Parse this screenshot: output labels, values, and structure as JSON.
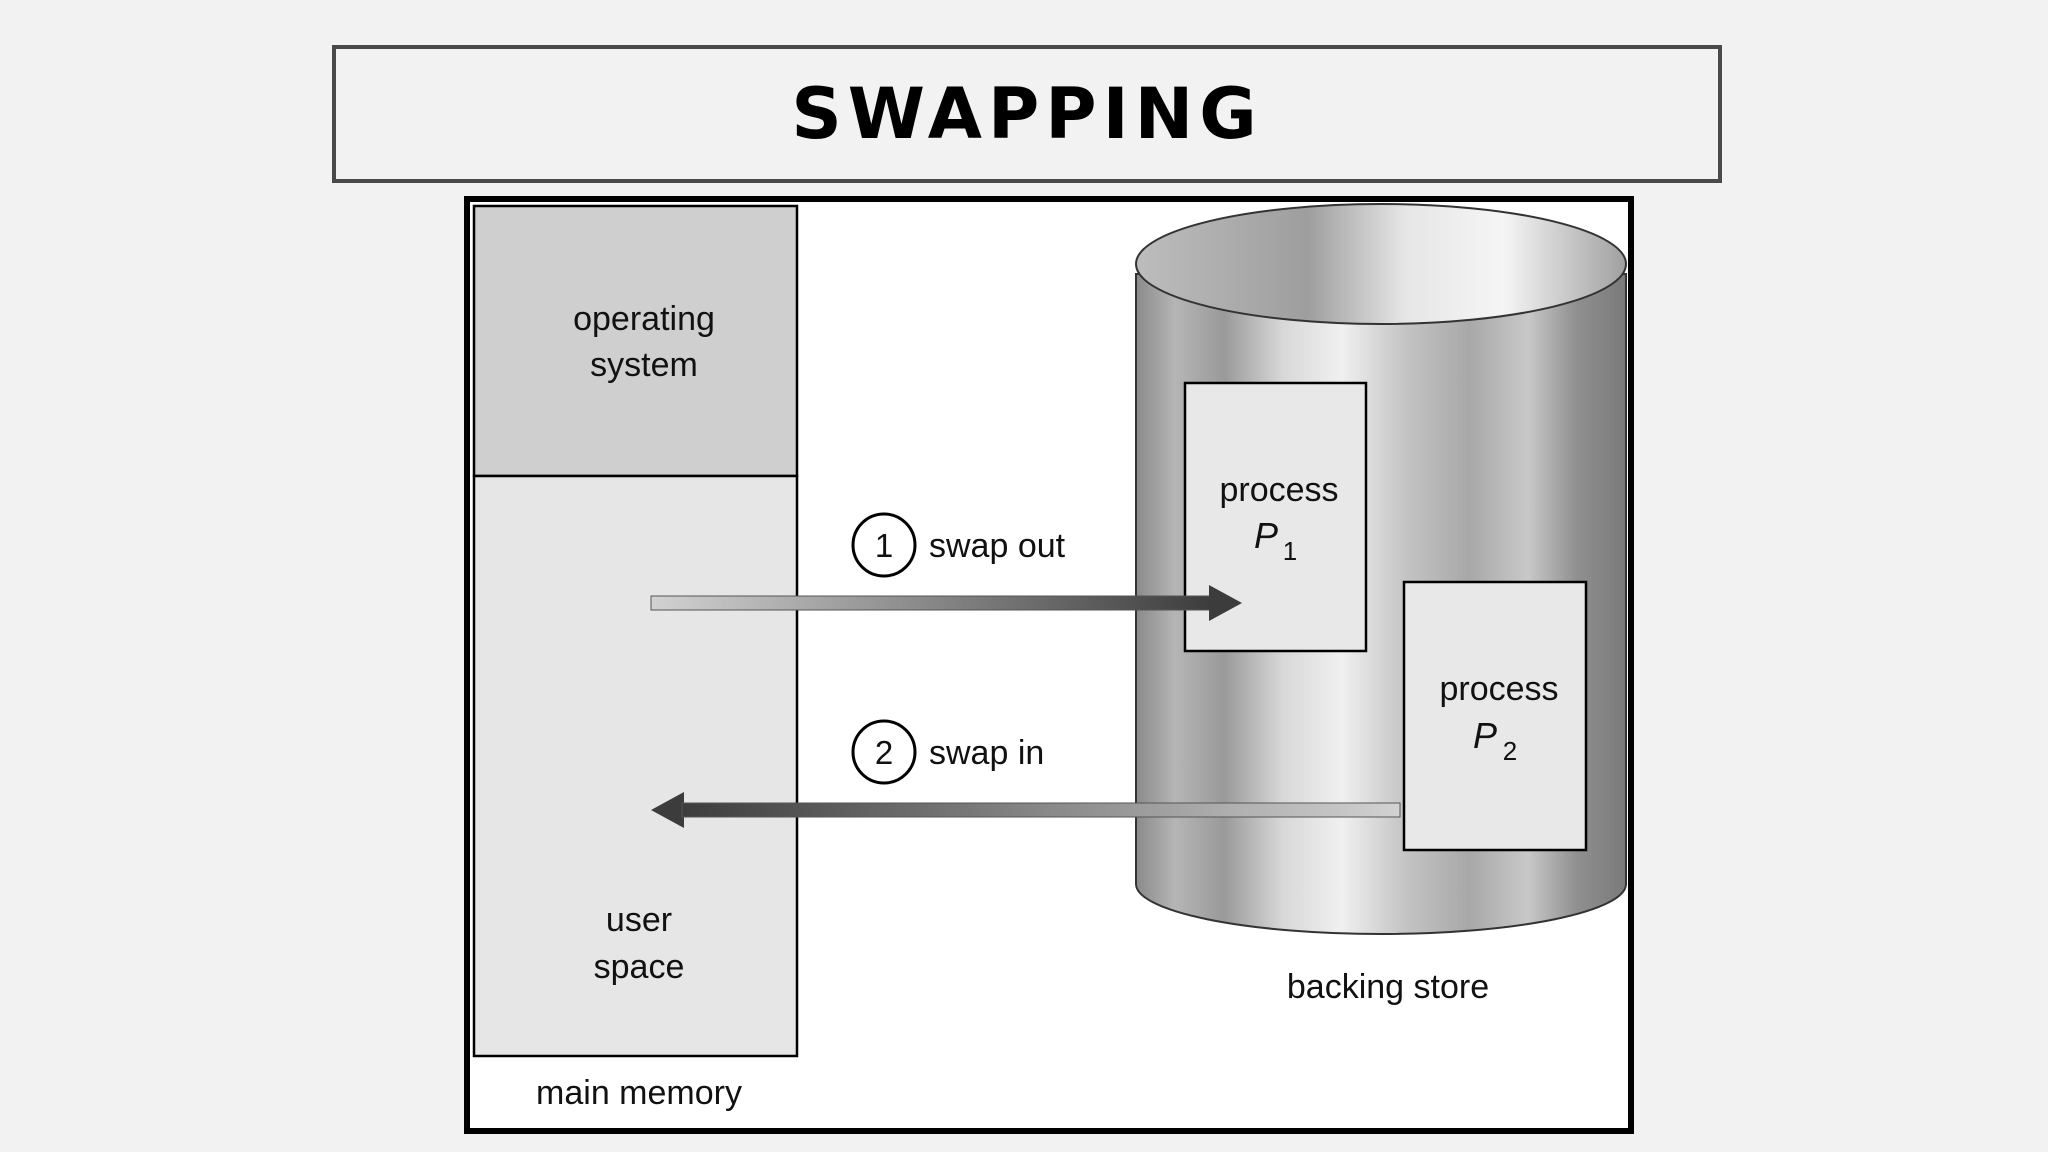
{
  "slide": {
    "title": "SWAPPING"
  },
  "diagram": {
    "main_memory": {
      "label": "main memory",
      "os_label_line1": "operating",
      "os_label_line2": "system",
      "user_label_line1": "user",
      "user_label_line2": "space"
    },
    "backing_store": {
      "label": "backing store",
      "p1_label": "process",
      "p1_symbol": "P",
      "p1_sub": "1",
      "p2_label": "process",
      "p2_symbol": "P",
      "p2_sub": "2"
    },
    "steps": [
      {
        "number": "1",
        "label": "swap out"
      },
      {
        "number": "2",
        "label": "swap in"
      }
    ],
    "colors": {
      "os_region": "#cfcfcf",
      "user_region": "#e6e6e6",
      "frame_border": "#000000"
    }
  }
}
